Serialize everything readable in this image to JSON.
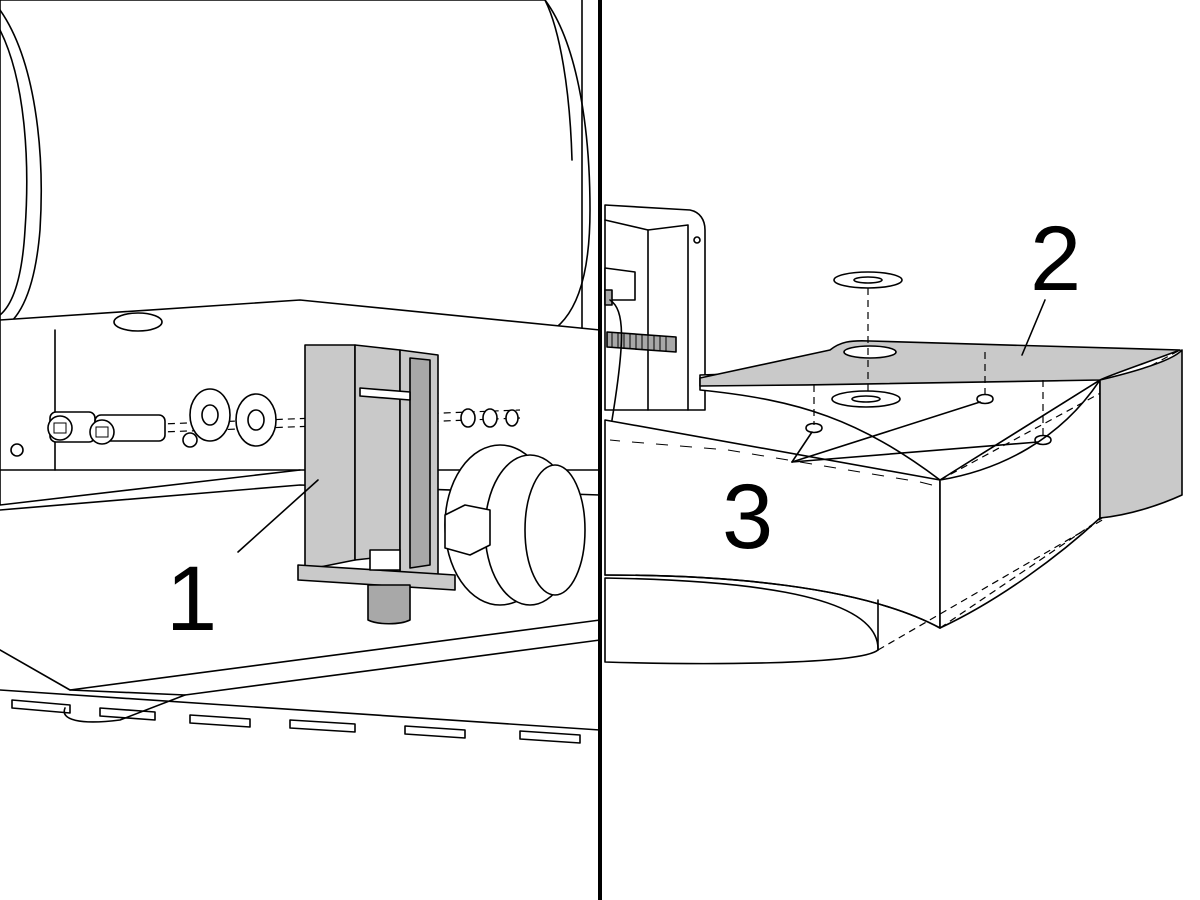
{
  "figure": {
    "callouts": [
      {
        "id": "1",
        "label": "1"
      },
      {
        "id": "2",
        "label": "2"
      },
      {
        "id": "3",
        "label": "3"
      }
    ],
    "colors": {
      "line": "#000000",
      "part_fill_grey": "#c9c9c9",
      "background": "#ffffff"
    }
  }
}
